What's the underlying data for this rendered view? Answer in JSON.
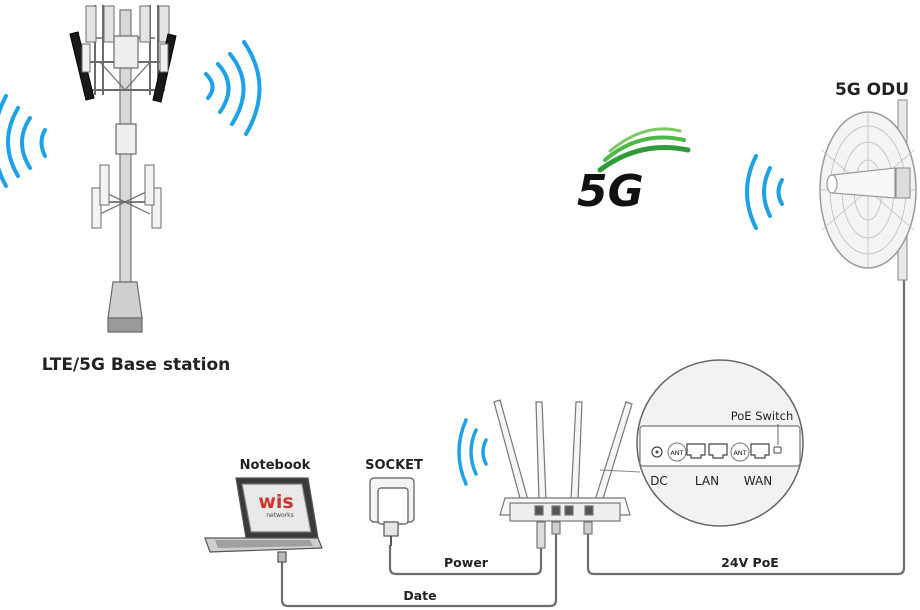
{
  "labels": {
    "base_station": "LTE/5G Base station",
    "odu": "5G ODU",
    "notebook": "Notebook",
    "socket": "SOCKET",
    "power": "Power",
    "date": "Date",
    "poe": "24V PoE",
    "logo_5g": "5G",
    "laptop_brand": "wis",
    "laptop_brand_sub": "networks"
  },
  "router_panel": {
    "poe_switch": "PoE Switch",
    "ant_left": "ANT",
    "ant_right": "ANT",
    "dc": "DC",
    "lan": "LAN",
    "wan": "WAN"
  },
  "colors": {
    "wave": "#1da1e8",
    "logo_5g_green": "#2f9c3a",
    "logo_5g_text": "#111111",
    "cable": "#6e6e6e",
    "device_body": "#f2f2f2",
    "outline": "#555555"
  },
  "icons": [
    "wifi-wave-icon",
    "tower-icon",
    "dish-antenna-icon",
    "router-icon",
    "laptop-icon",
    "power-adapter-icon"
  ]
}
